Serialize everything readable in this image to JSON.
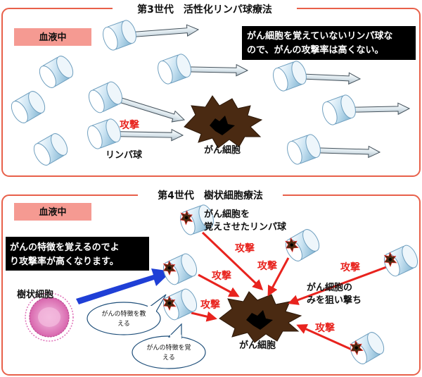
{
  "panel3": {
    "title": "第3世代　活性化リンパ球療法",
    "tag": "血液中",
    "box": [
      "がん細胞を覚えていないリンパ球な",
      "ので、がんの攻撃率は高くない。"
    ],
    "attack": "攻撃",
    "lymph_label": "リンパ球",
    "cancer_label": "がん細胞"
  },
  "panel4": {
    "title": "第4世代　樹状細胞療法",
    "tag": "血液中",
    "box": [
      "がんの特徴を覚えるのでよ",
      "り攻撃率が高くなります。"
    ],
    "dendritic_label": "樹状細胞",
    "bubble1": [
      "がんの特徴を教",
      "える"
    ],
    "bubble2": [
      "がんの特徴を覚",
      "える"
    ],
    "lymph_label": [
      "がん細胞を",
      "覚えさせたリンパ球"
    ],
    "target_label": [
      "がん細胞の",
      "みを狙い撃ち"
    ],
    "attack": "攻撃",
    "cancer_label": "がん細胞"
  },
  "colors": {
    "frame": "#e8604a",
    "tag_bg": "#f59a92",
    "attack": "#e8231e",
    "blue_arrow": "#1f3fd6",
    "cancer": "#4a2a12",
    "dendritic": "#e070b8"
  }
}
